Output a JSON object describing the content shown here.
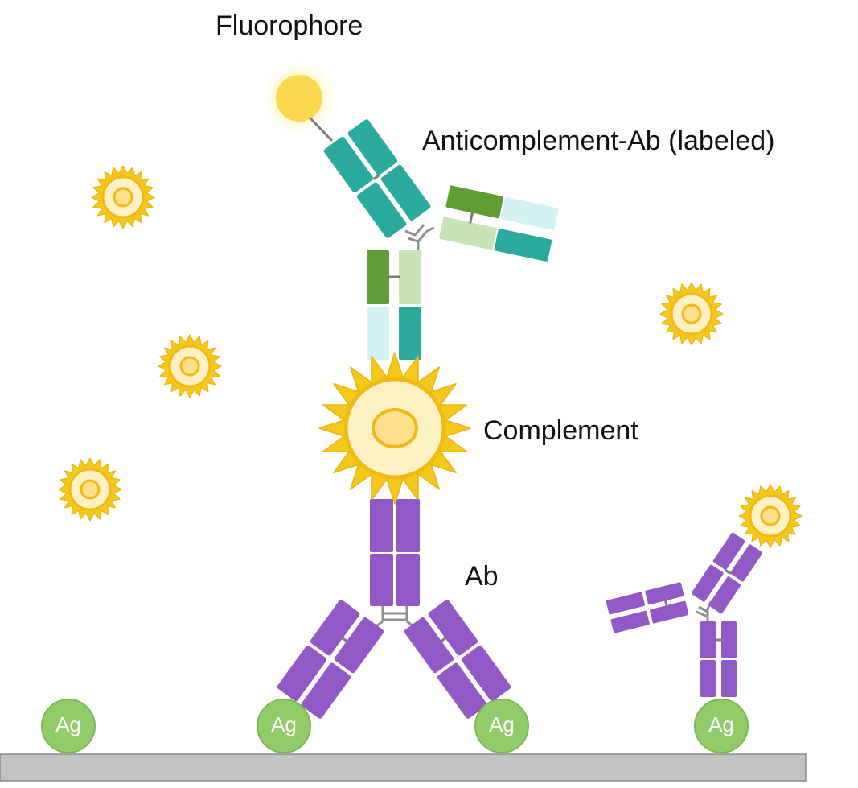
{
  "labels": {
    "fluorophore": "Fluorophore",
    "anticomplement": "Anticomplement-Ab (labeled)",
    "complement": "Complement",
    "antibody": "Ab"
  },
  "antigens": [
    "Ag",
    "Ag",
    "Ag",
    "Ag"
  ],
  "colors": {
    "ab_purple": "#9159c6",
    "teal": "#2aab9d",
    "light_teal": "#d4f2f1",
    "green": "#5f9e33",
    "light_green": "#c6e4b5",
    "antigen": "#92cc6a",
    "antigen_border": "#7cb855",
    "complement_fill": "#fdf0c2",
    "complement_ray": "#f3bf17",
    "fluorophore": "#fcd850",
    "surface": "#c2c2c2"
  }
}
